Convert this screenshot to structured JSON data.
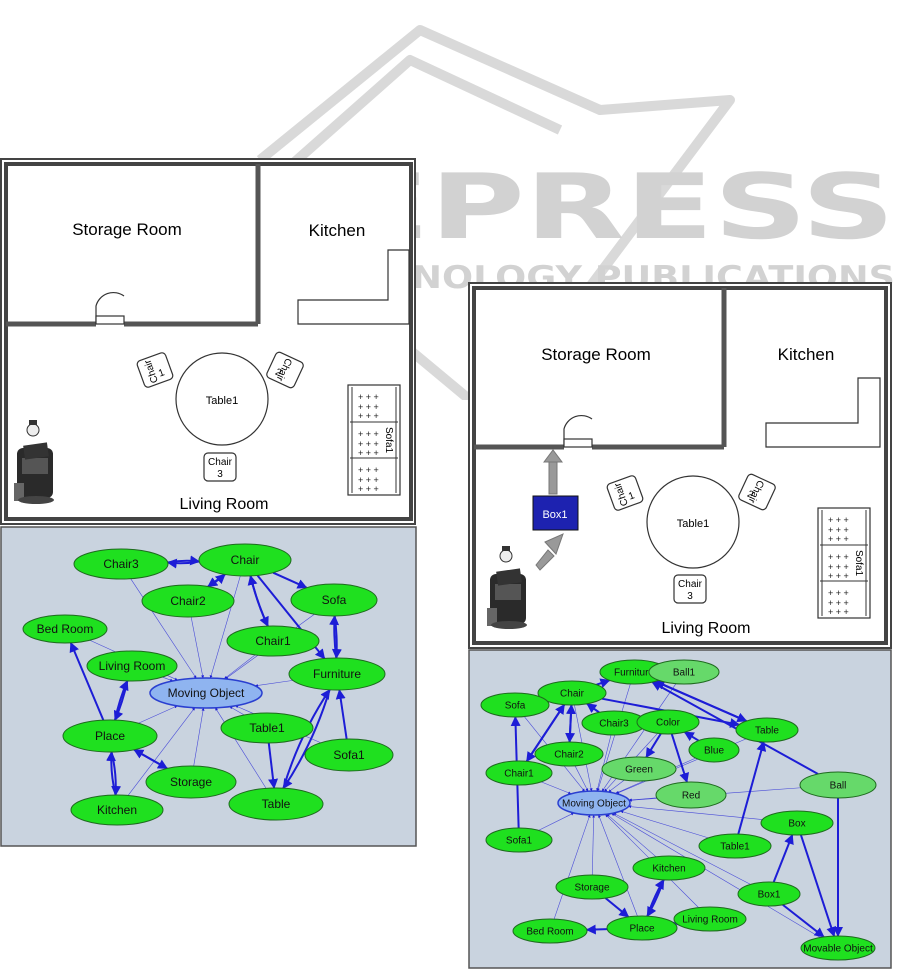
{
  "watermark": {
    "brand": "SCITEPRESS",
    "tagline": "SCIENCE AND TECHNOLOGY PUBLICATIONS"
  },
  "colors": {
    "node_fill": "#1fe01f",
    "node_faded": "#66d96a",
    "center_fill": "#8fb4f0",
    "edge": "#1d1dd6",
    "graph_bg": "#c9d3df",
    "box_fill": "#1d22b0"
  },
  "left": {
    "rooms": {
      "storage": "Storage Room",
      "kitchen": "Kitchen",
      "living": "Living Room"
    },
    "furniture": {
      "table": "Table1",
      "chair1": [
        "Chair",
        "1"
      ],
      "chair2": [
        "Chair",
        "2"
      ],
      "chair3": [
        "Chair",
        "3"
      ],
      "sofa": "Sofa1"
    },
    "graph": {
      "center": "Moving Object",
      "nodes": [
        "Chair3",
        "Chair",
        "Chair2",
        "Sofa",
        "Bed Room",
        "Chair1",
        "Living Room",
        "Furniture",
        "Place",
        "Table1",
        "Sofa1",
        "Storage",
        "Kitchen",
        "Table"
      ]
    }
  },
  "right": {
    "rooms": {
      "storage": "Storage Room",
      "kitchen": "Kitchen",
      "living": "Living Room"
    },
    "furniture": {
      "box": "Box1",
      "table": "Table1",
      "chair1": [
        "Chair",
        "1"
      ],
      "chair2": [
        "Chair",
        "2"
      ],
      "chair3": [
        "Chair",
        "3"
      ],
      "sofa": "Sofa1"
    },
    "graph": {
      "center": "Moving Object",
      "nodes": [
        "Furniture",
        "Ball1",
        "Chair",
        "Sofa",
        "Chair3",
        "Color",
        "Blue",
        "Table",
        "Chair2",
        "Green",
        "Red",
        "Chair1",
        "Ball",
        "Box",
        "Table1",
        "Sofa1",
        "Kitchen",
        "Storage",
        "Box1",
        "Living Room",
        "Bed Room",
        "Place",
        "Movable Object"
      ]
    }
  }
}
